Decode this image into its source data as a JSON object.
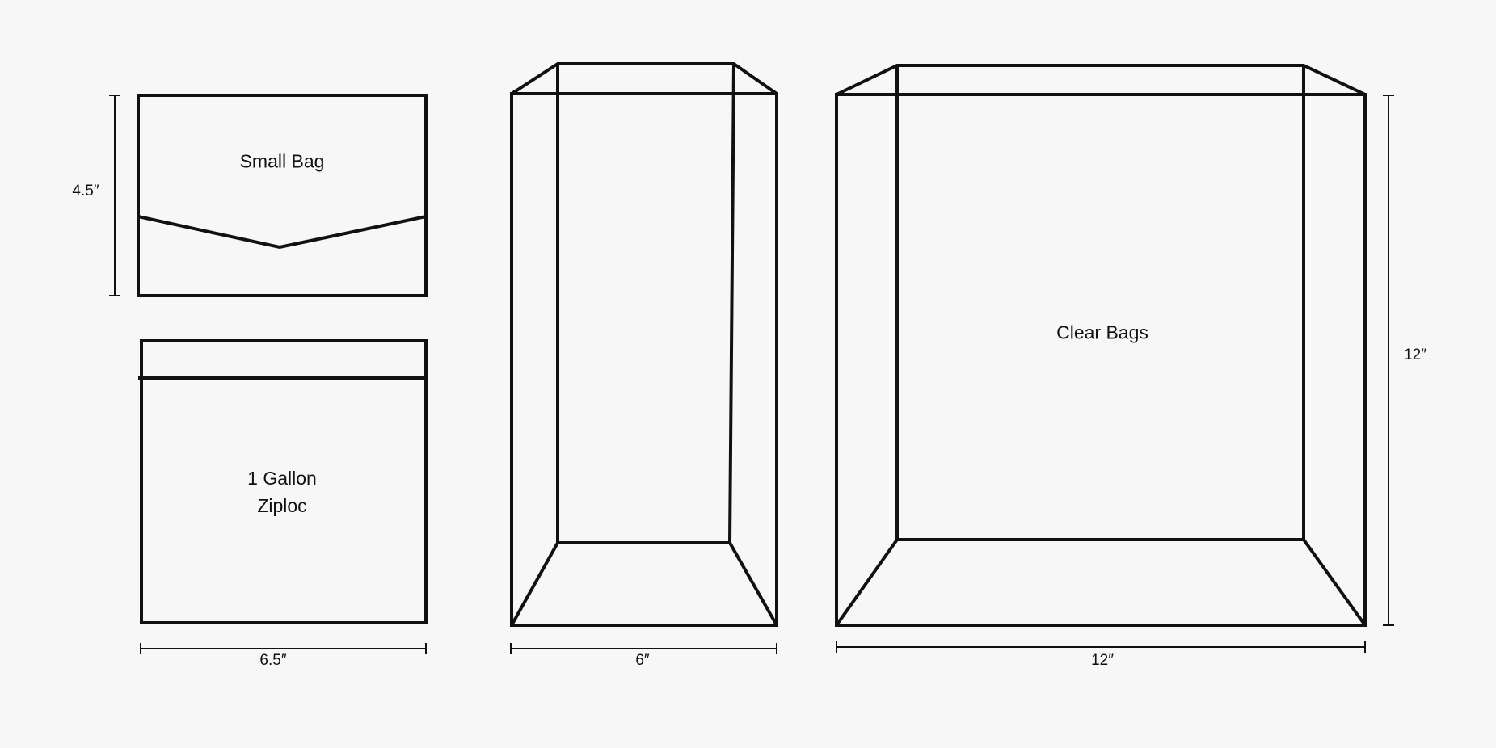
{
  "diagram": {
    "background": "#f7f7f7",
    "stroke_color": "#111111",
    "bags": [
      {
        "id": "small-bag",
        "label": "Small Bag",
        "height_dimension": "4.5″"
      },
      {
        "id": "gallon-ziploc",
        "label_line1": "1 Gallon",
        "label_line2": "Ziploc",
        "width_dimension": "6.5″"
      },
      {
        "id": "tall-bag",
        "width_dimension": "6″"
      },
      {
        "id": "clear-bags",
        "label": "Clear Bags",
        "width_dimension": "12″",
        "height_dimension": "12″"
      }
    ]
  }
}
